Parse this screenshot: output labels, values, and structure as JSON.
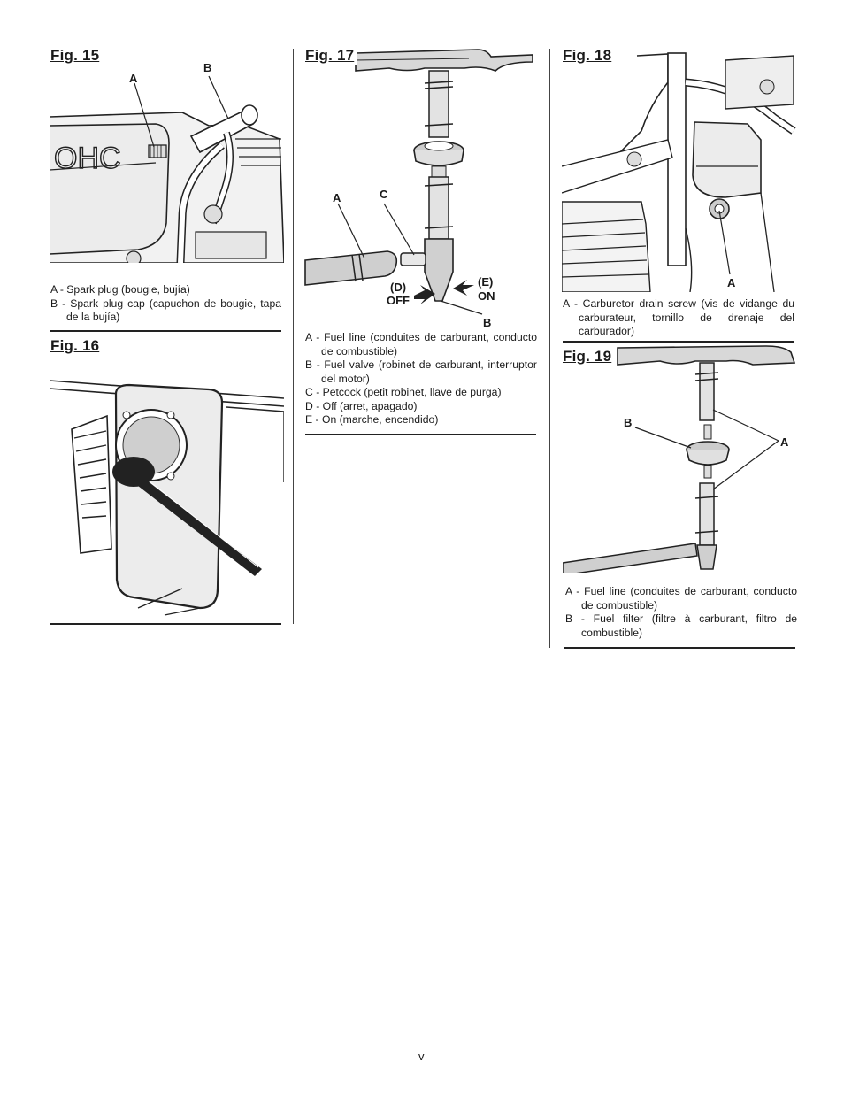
{
  "figures": {
    "fig15": {
      "title": "Fig. 15",
      "callouts": {
        "a": "A",
        "b": "B"
      },
      "engine_text": "OHC",
      "legend": [
        "A - Spark plug (bougie, bujía)",
        "B - Spark plug cap (capuchon de bougie, tapa de la bujía)"
      ]
    },
    "fig16": {
      "title": "Fig. 16"
    },
    "fig17": {
      "title": "Fig. 17",
      "callouts": {
        "a": "A",
        "c": "C",
        "d": "(D)",
        "off": "OFF",
        "e": "(E)",
        "on": "ON",
        "b": "B"
      },
      "legend": [
        "A - Fuel line (conduites de carburant, conducto de combustible)",
        "B - Fuel valve (robinet de carburant, interruptor del motor)",
        "C - Petcock (petit robinet, llave de purga)",
        "D - Off (arret, apagado)",
        "E - On (marche, encendido)"
      ]
    },
    "fig18": {
      "title": "Fig. 18",
      "callouts": {
        "a": "A"
      },
      "legend": [
        "A - Carburetor drain screw (vis de vidange du carburateur, tornillo de drenaje del carburador)"
      ]
    },
    "fig19": {
      "title": "Fig. 19",
      "callouts": {
        "a": "A",
        "b": "B"
      },
      "legend": [
        "A - Fuel line (conduites de carburant, conducto de combustible)",
        "B - Fuel filter (filtre à carburant, filtro de combustible)"
      ]
    }
  },
  "page_number": "v"
}
